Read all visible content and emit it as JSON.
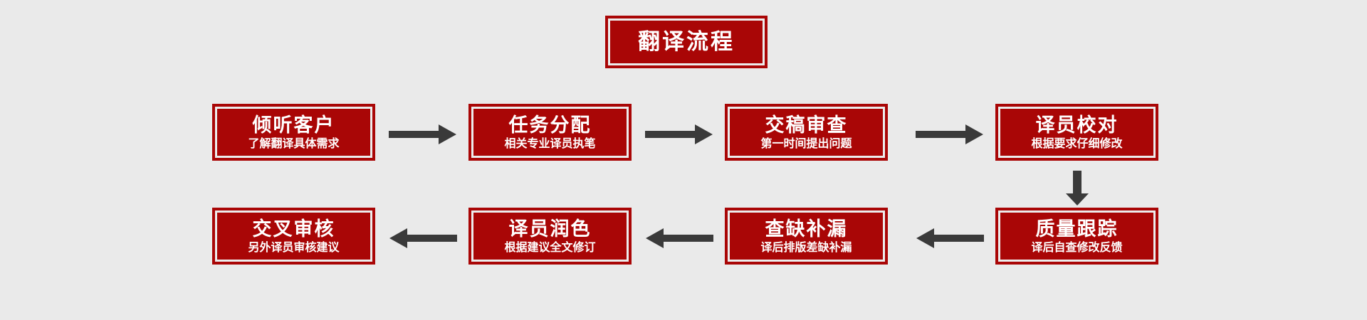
{
  "colors": {
    "background": "#eaeaea",
    "box_fill": "#a90606",
    "box_border": "#a90606",
    "inner_line": "#ececec",
    "text": "#ffffff",
    "arrow": "#3a3a3a"
  },
  "header": {
    "title": "翻译流程"
  },
  "chart_data": {
    "type": "diagram",
    "title": "翻译流程",
    "layout": "serpentine-flowchart",
    "rows": 2,
    "columns": 4,
    "steps": [
      {
        "index": 1,
        "title": "倾听客户",
        "subtitle": "了解翻译具体需求",
        "row": 1,
        "col": 1
      },
      {
        "index": 2,
        "title": "任务分配",
        "subtitle": "相关专业译员执笔",
        "row": 1,
        "col": 2
      },
      {
        "index": 3,
        "title": "交稿审查",
        "subtitle": "第一时间提出问题",
        "row": 1,
        "col": 3
      },
      {
        "index": 4,
        "title": "译员校对",
        "subtitle": "根据要求仔细修改",
        "row": 1,
        "col": 4
      },
      {
        "index": 5,
        "title": "质量跟踪",
        "subtitle": "译后自查修改反馈",
        "row": 2,
        "col": 4
      },
      {
        "index": 6,
        "title": "查缺补漏",
        "subtitle": "译后排版差缺补漏",
        "row": 2,
        "col": 3
      },
      {
        "index": 7,
        "title": "译员润色",
        "subtitle": "根据建议全文修订",
        "row": 2,
        "col": 2
      },
      {
        "index": 8,
        "title": "交叉审核",
        "subtitle": "另外译员审核建议",
        "row": 2,
        "col": 1
      }
    ],
    "connectors": [
      {
        "from": 1,
        "to": 2,
        "direction": "right"
      },
      {
        "from": 2,
        "to": 3,
        "direction": "right"
      },
      {
        "from": 3,
        "to": 4,
        "direction": "right"
      },
      {
        "from": 4,
        "to": 5,
        "direction": "down"
      },
      {
        "from": 5,
        "to": 6,
        "direction": "left"
      },
      {
        "from": 6,
        "to": 7,
        "direction": "left"
      },
      {
        "from": 7,
        "to": 8,
        "direction": "left"
      }
    ]
  }
}
